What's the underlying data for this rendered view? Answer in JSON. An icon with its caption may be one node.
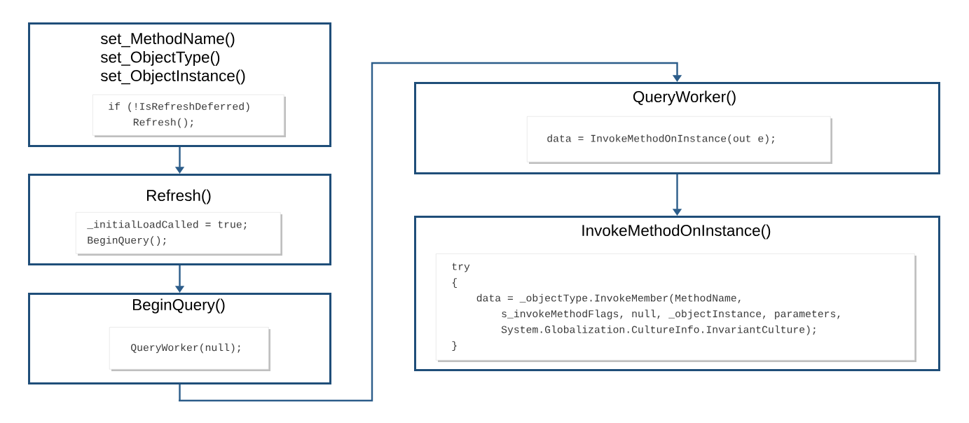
{
  "diagram": {
    "nodes": [
      {
        "text": [
          "set_MethodName()",
          "set_ObjectType()",
          "set_ObjectInstance()"
        ]
      },
      {
        "text": [
          "if (!IsRefreshDeferred)",
          "Refresh();"
        ],
        "in": 0
      },
      {
        "text": [
          "Refresh()"
        ]
      },
      {
        "text": [
          "_initialLoadCalled = true;",
          "BeginQuery();"
        ],
        "in": 2
      },
      {
        "text": [
          "BeginQuery()"
        ]
      },
      {
        "text": [
          "QueryWorker(null);"
        ],
        "in": 4
      },
      {
        "text": [
          "QueryWorker()"
        ]
      },
      {
        "text": [
          "data = InvokeMethodOnInstance(out e);"
        ],
        "in": 6
      },
      {
        "text": [
          "InvokeMethodOnInstance()"
        ]
      },
      {
        "text": [
          "try",
          "{",
          "data = _objectType.InvokeMember(MethodName,",
          "s_invokeMethodFlags, null, _objectInstance, parameters,",
          "System.Globalization.CultureInfo.InvariantCulture);",
          "}"
        ],
        "in": 8
      }
    ],
    "edges": [
      {
        "from": 0,
        "to": 2,
        "arrow": "to"
      },
      {
        "from": 2,
        "to": 4,
        "arrow": "to"
      },
      {
        "from": 4,
        "to": 6,
        "arrow": "to"
      },
      {
        "from": 6,
        "to": 8,
        "arrow": "to"
      }
    ]
  }
}
